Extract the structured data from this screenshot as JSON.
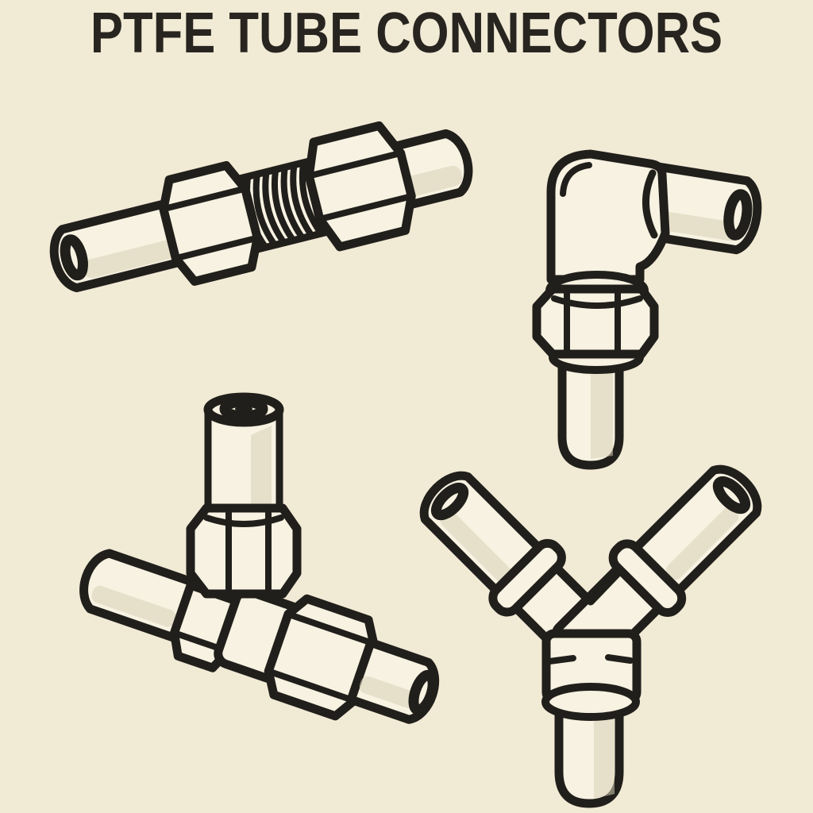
{
  "page": {
    "title": "PTFE TUBE CONNECTORS"
  },
  "colors": {
    "bg": "#f1ead5",
    "ink": "#211f1b",
    "fill": "#f7f2e1",
    "shade": "#d8d1b8",
    "title": "#282520"
  },
  "illustration": {
    "alt": "Hand-drawn black line illustration of four PTFE tube connectors on cream paper",
    "items": [
      {
        "name": "straight-union-connector"
      },
      {
        "name": "elbow-connector"
      },
      {
        "name": "tee-connector"
      },
      {
        "name": "y-connector"
      }
    ]
  }
}
